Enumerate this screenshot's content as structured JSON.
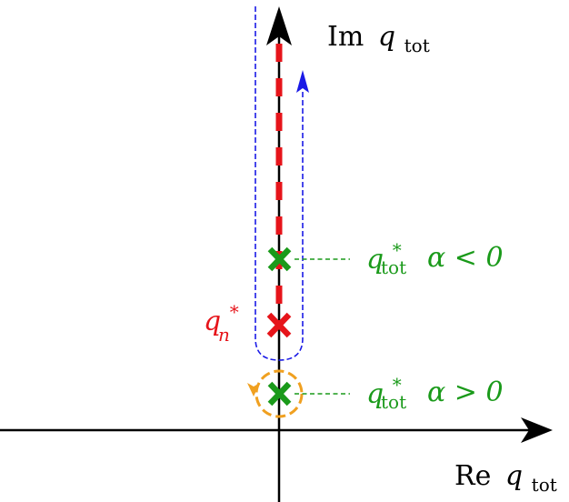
{
  "labels": {
    "im_axis": {
      "prefix": "Im",
      "var": "q",
      "sub": "tot"
    },
    "re_axis": {
      "prefix": "Re",
      "var": "q",
      "sub": "tot"
    },
    "pole_upper": {
      "var": "q",
      "sup": "*",
      "sub": "tot",
      "condition": "α < 0"
    },
    "pole_lower": {
      "var": "q",
      "sup": "*",
      "sub": "tot",
      "condition": "α > 0"
    },
    "pole_n": {
      "var": "q",
      "sup": "*",
      "sub": "n"
    }
  },
  "colors": {
    "axis": "#000000",
    "branch_cut": "#e6141a",
    "contour": "#1a1ae6",
    "small_circle": "#f0a020",
    "pole_tot": "#1a9a1a",
    "pole_n": "#e6141a"
  }
}
